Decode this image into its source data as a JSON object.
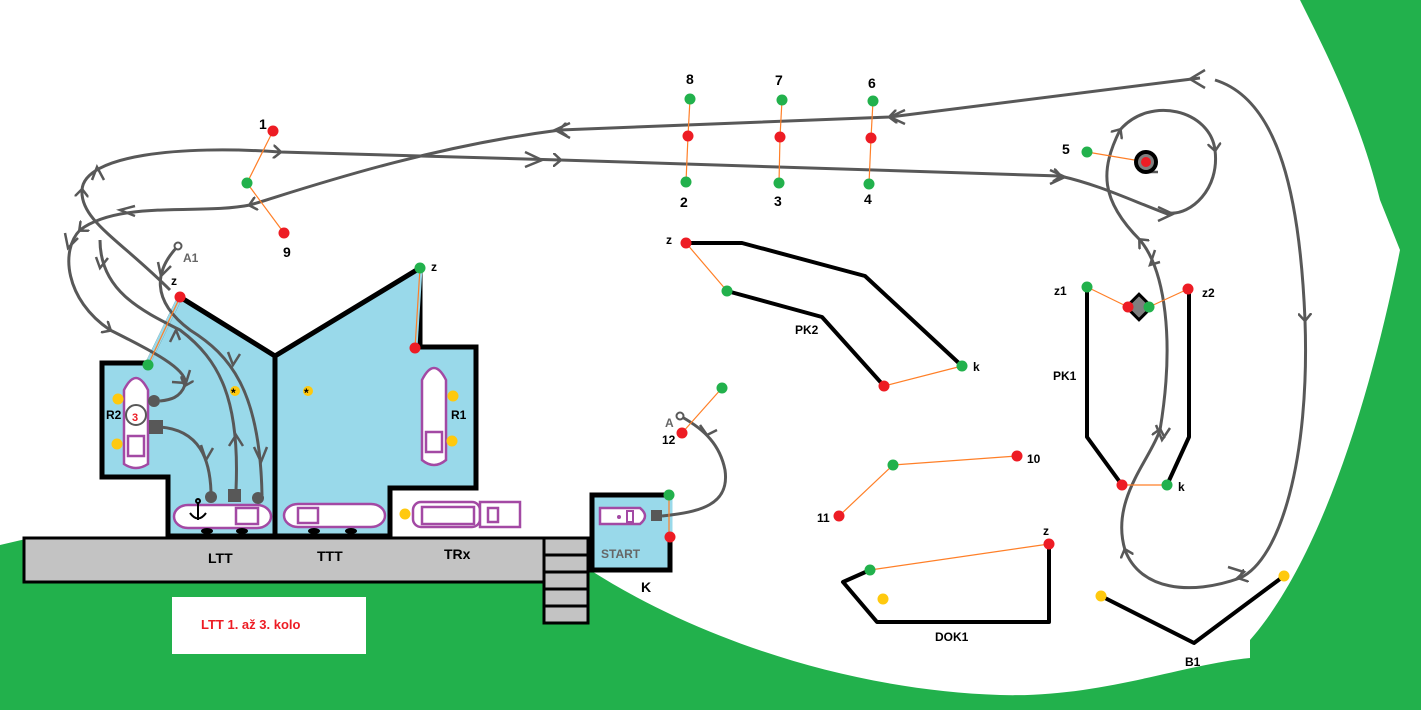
{
  "colors": {
    "grass": "#22b14c",
    "water": "#99d9ea",
    "pier": "#c3c3c3",
    "boat_outline": "#a349a4",
    "buoy_red": "#ed1c24",
    "buoy_green": "#22b14c",
    "buoy_yellow": "#ffc90e",
    "gate_line": "#ff7f27",
    "route": "#585858",
    "caption_text": "#ed1c24"
  },
  "caption": {
    "text": "LTT 1. až 3. kolo"
  },
  "areas": {
    "left_pier": {
      "label": "LTT"
    },
    "middle_pier": {
      "label": "TTT"
    },
    "right_pier": {
      "label": "TRx"
    },
    "start_box": {
      "label": "START",
      "sub_label": "K"
    }
  },
  "dock_labels": {
    "r2": "R2",
    "r1": "R1",
    "r2_turn": "3",
    "a1": "A1",
    "a": "A",
    "left_z": "z",
    "mid_z": "z"
  },
  "gates": [
    {
      "id": "1",
      "label": "1"
    },
    {
      "id": "9",
      "label": "9"
    },
    {
      "id": "8",
      "label": "8"
    },
    {
      "id": "2",
      "label": "2"
    },
    {
      "id": "7",
      "label": "7"
    },
    {
      "id": "3",
      "label": "3"
    },
    {
      "id": "6",
      "label": "6"
    },
    {
      "id": "4",
      "label": "4"
    },
    {
      "id": "5",
      "label": "5"
    },
    {
      "id": "10",
      "label": "10"
    },
    {
      "id": "11",
      "label": "11"
    },
    {
      "id": "12",
      "label": "12"
    }
  ],
  "courses": {
    "pk2": {
      "label": "PK2",
      "start": "z",
      "end": "k"
    },
    "pk1": {
      "label": "PK1",
      "start_left": "z1",
      "start_right": "z2",
      "end": "k"
    },
    "dok1": {
      "label": "DOK1",
      "start": "z"
    },
    "b1": {
      "label": "B1"
    }
  }
}
